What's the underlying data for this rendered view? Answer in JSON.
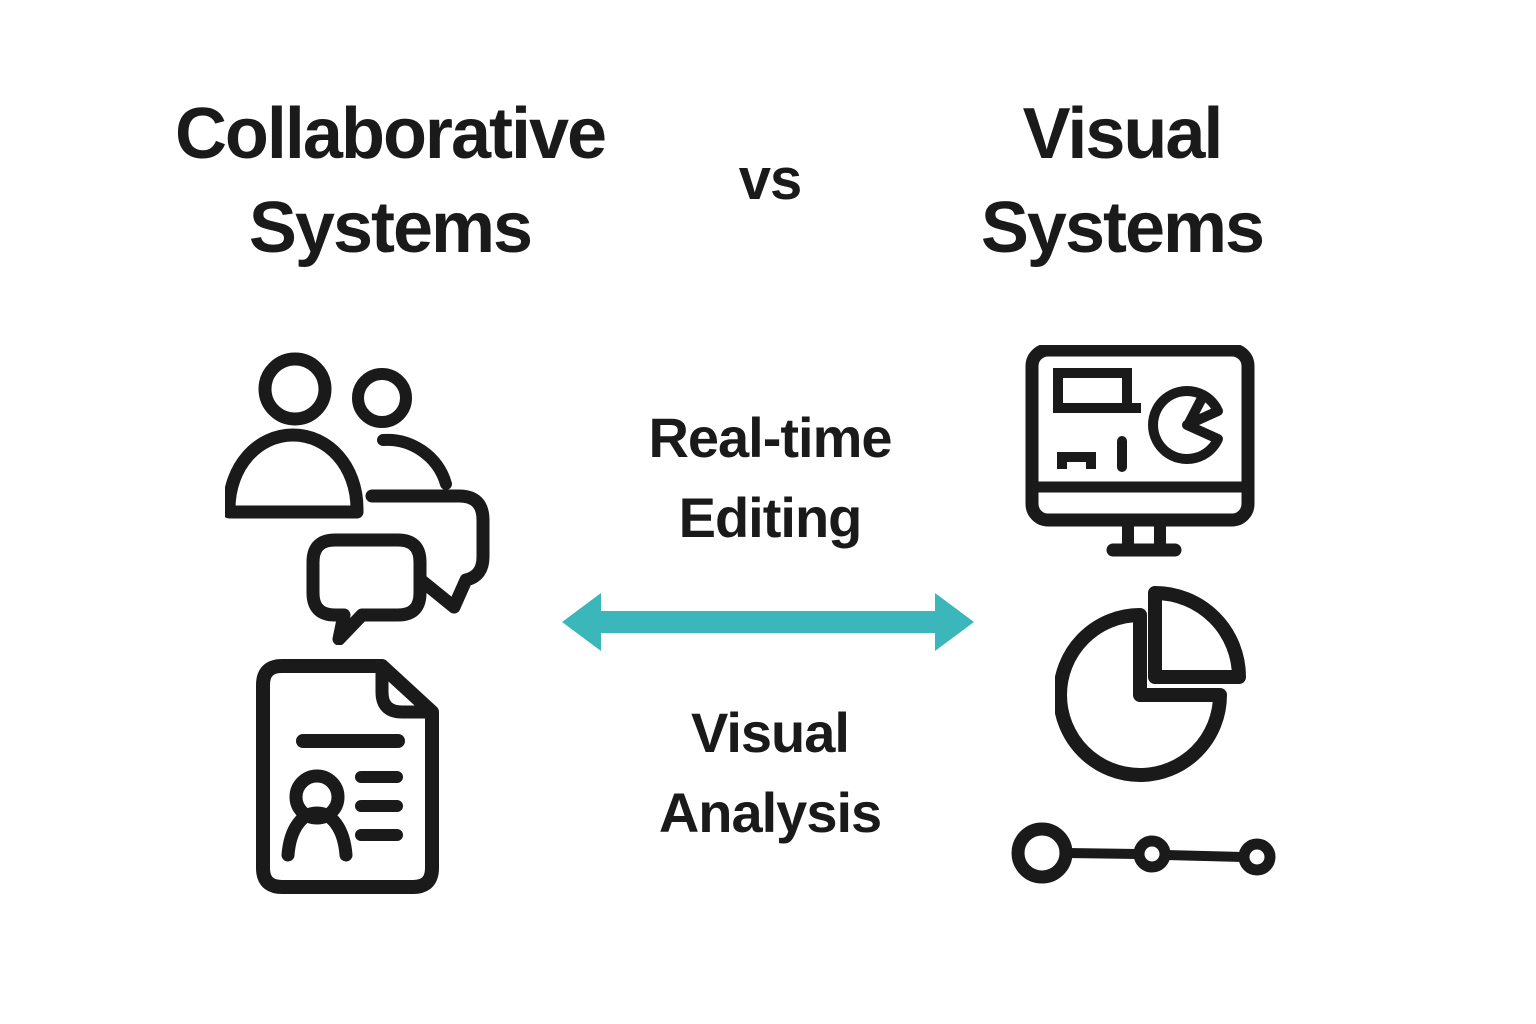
{
  "canvas": {
    "background": "#ffffff",
    "ink": "#1a1a1a",
    "accent": "#3bb7bc"
  },
  "headings": {
    "left": {
      "line1": "Collaborative",
      "line2": "Systems"
    },
    "separator": "vs",
    "right": {
      "line1": "Visual",
      "line2": "Systems"
    }
  },
  "center": {
    "top_label": {
      "line1": "Real-time",
      "line2": "Editing"
    },
    "bottom_label": {
      "line1": "Visual",
      "line2": "Analysis"
    },
    "arrow": {
      "type": "double-headed-horizontal",
      "color": "#3bb7bc"
    }
  },
  "left_column": {
    "icons": [
      {
        "name": "group-chat-icon",
        "meaning": "two people with speech bubbles"
      },
      {
        "name": "document-profile-icon",
        "meaning": "document with person and text lines"
      }
    ]
  },
  "right_column": {
    "icons": [
      {
        "name": "dashboard-monitor-icon",
        "meaning": "monitor showing charts"
      },
      {
        "name": "pie-chart-icon",
        "meaning": "pie chart with exploded quarter slice"
      },
      {
        "name": "timeline-dots-icon",
        "meaning": "three connected circles timeline"
      }
    ]
  }
}
